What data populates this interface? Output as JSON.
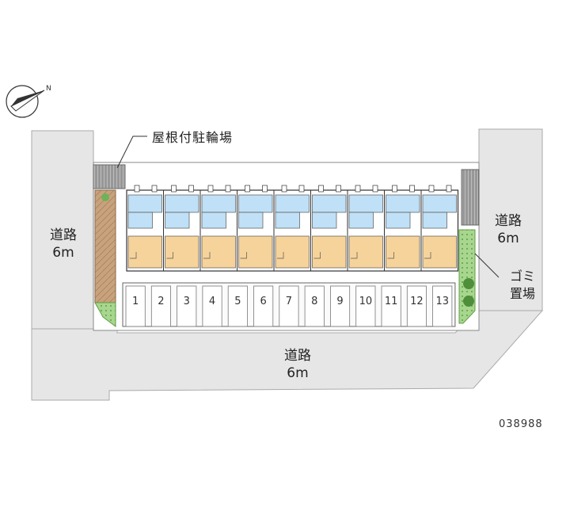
{
  "labels": {
    "bicycle_parking": "屋根付駐輪場",
    "road_left": "道路\n6m",
    "road_right": "道路\n6m",
    "road_bottom": "道路\n6m",
    "garbage_area": "ゴミ\n置場",
    "property_id": "038988"
  },
  "parking_slots": [
    "1",
    "2",
    "3",
    "4",
    "5",
    "6",
    "7",
    "8",
    "9",
    "10",
    "11",
    "12",
    "13"
  ],
  "compass": {
    "north_mark": "N"
  },
  "colors": {
    "road": "#e6e6e6",
    "unit_upper": "#bfe0f6",
    "unit_lower": "#f6d39a",
    "bike_shelter": "#b5b5b5",
    "greenery": "#8fc97a",
    "dirt_strip": "#c8a27c"
  }
}
